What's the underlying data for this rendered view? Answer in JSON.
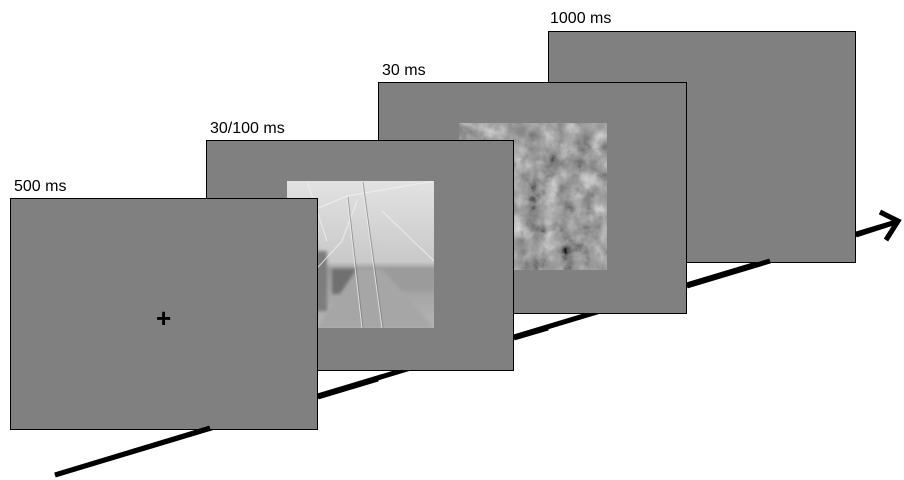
{
  "labels": {
    "frame1": "500 ms",
    "frame2": "30/100 ms",
    "frame3": "30 ms",
    "frame4": "1000 ms"
  },
  "fixation": "+",
  "colors": {
    "screen": "#808080",
    "arrow": "#000000"
  }
}
